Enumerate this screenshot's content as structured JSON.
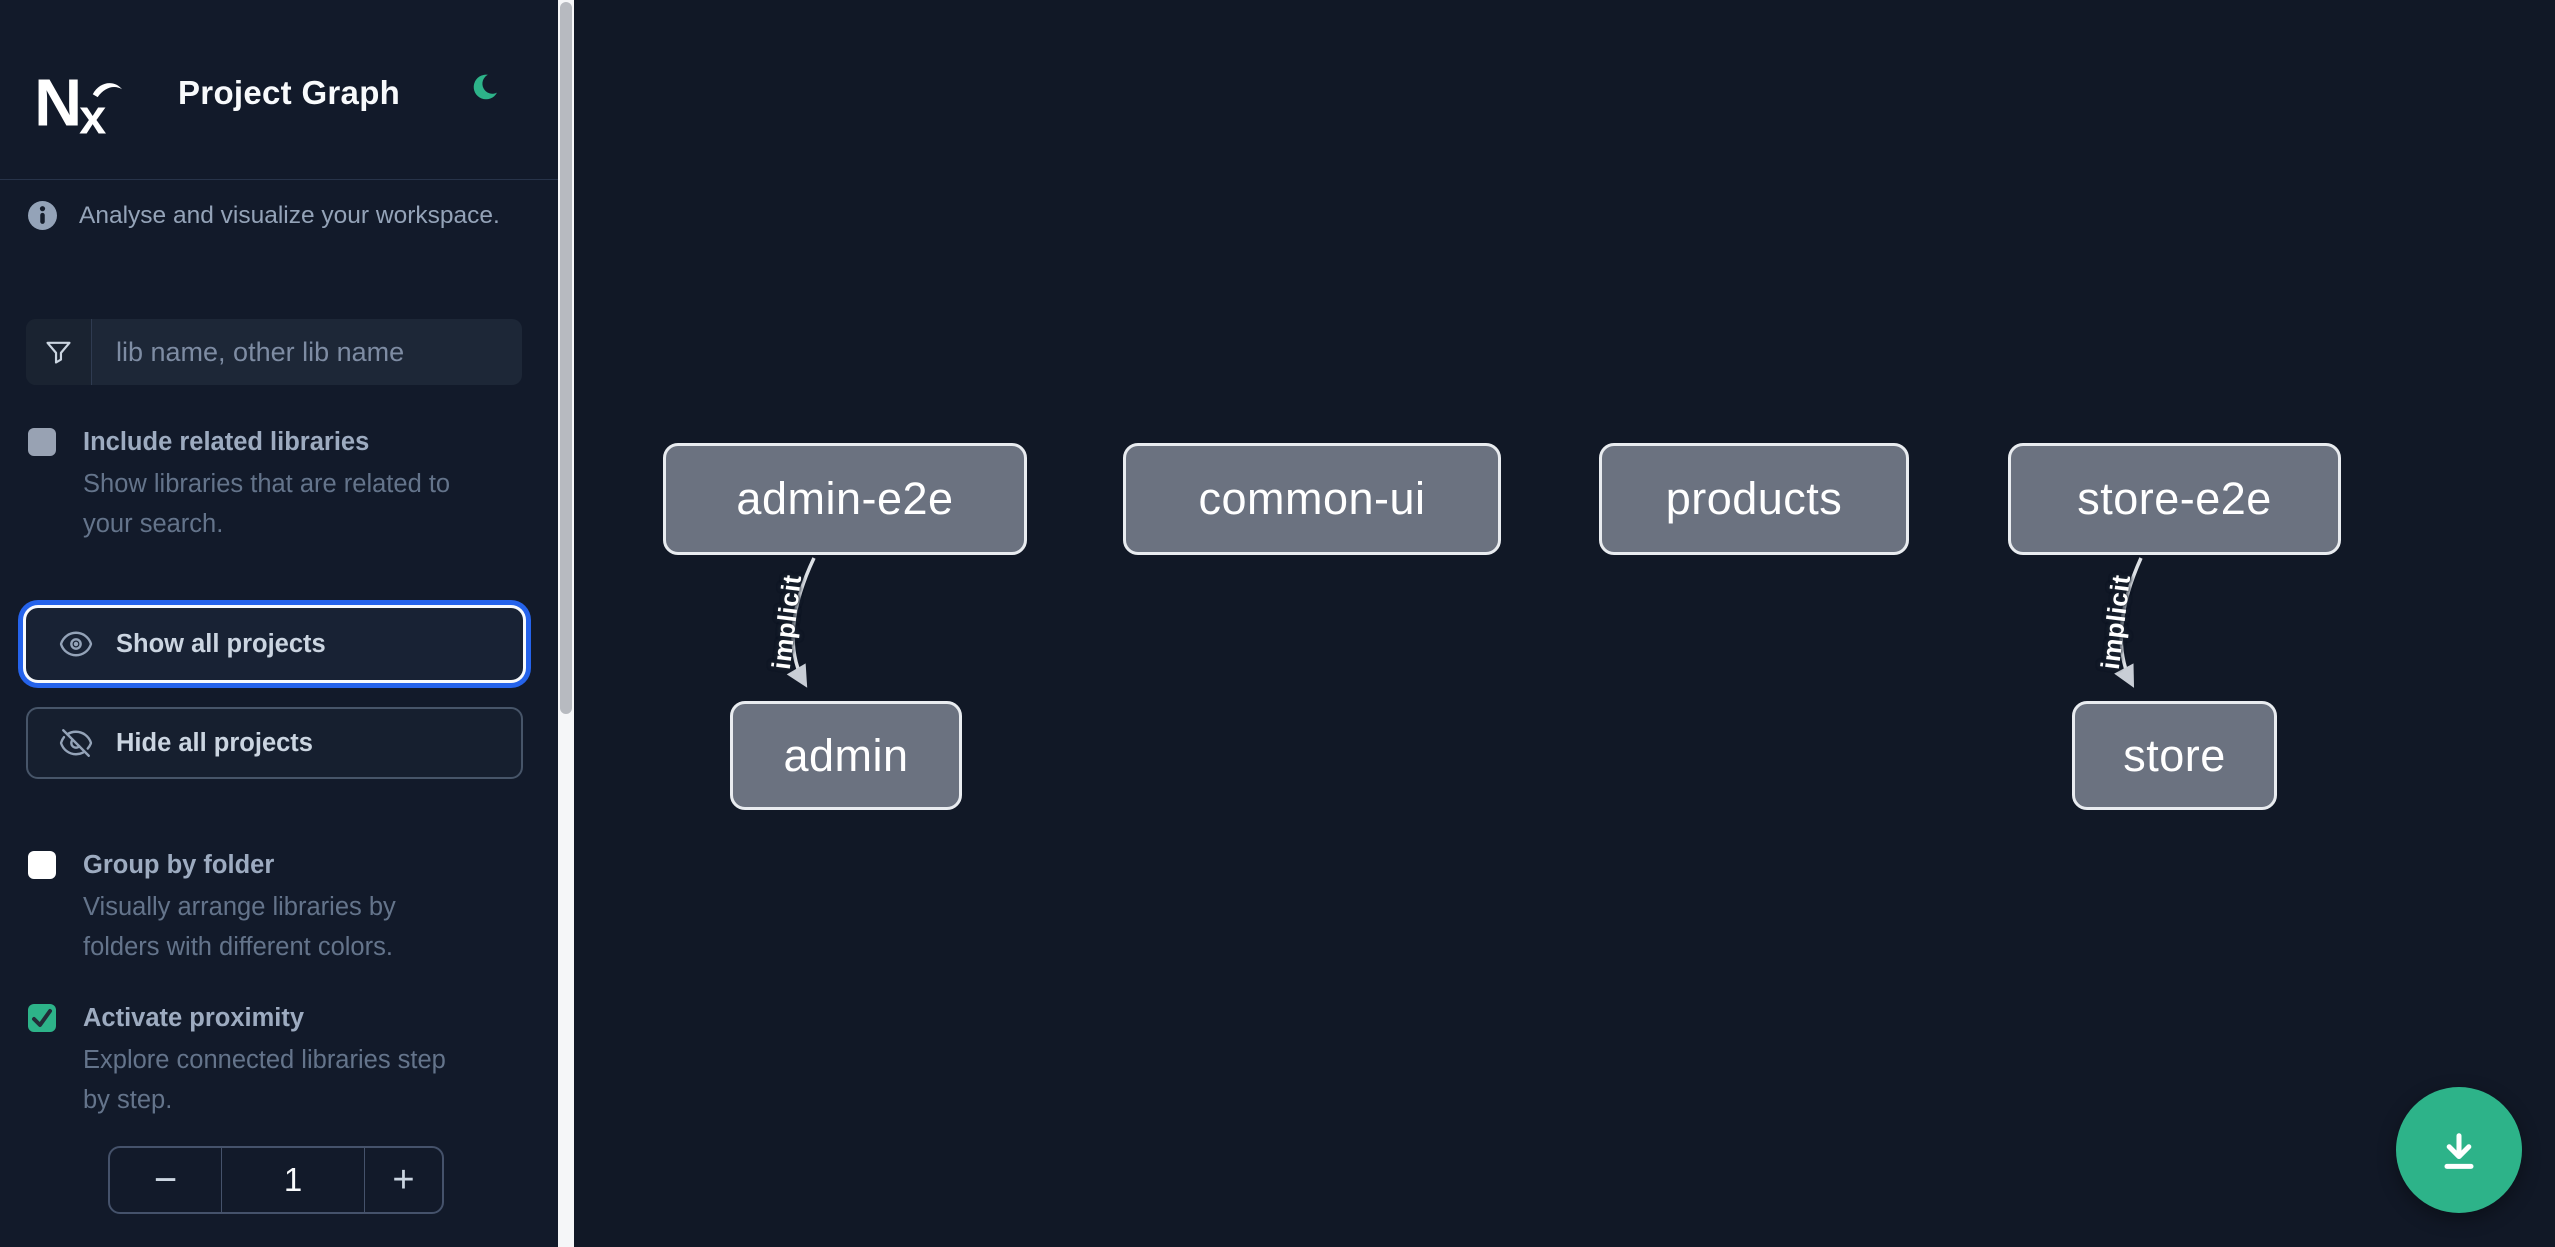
{
  "app": {
    "title": "Project Graph"
  },
  "sidebar": {
    "info_text": "Analyse and visualize your workspace.",
    "search": {
      "placeholder": "lib name, other lib name",
      "value": ""
    },
    "include_related": {
      "label": "Include related libraries",
      "desc_line1": "Show libraries that are related to",
      "desc_line2": "your search.",
      "checked": false
    },
    "show_all": {
      "label": "Show all projects",
      "focused": true
    },
    "hide_all": {
      "label": "Hide all projects"
    },
    "group_by_folder": {
      "label": "Group by folder",
      "desc_line1": "Visually arrange libraries by",
      "desc_line2": "folders with different colors.",
      "checked": false
    },
    "proximity": {
      "label": "Activate proximity",
      "desc_line1": "Explore connected libraries step",
      "desc_line2": "by step.",
      "checked": true
    },
    "stepper": {
      "decrement": "−",
      "value": "1",
      "increment": "+"
    }
  },
  "graph": {
    "nodes": [
      {
        "id": "admin-e2e",
        "label": "admin-e2e"
      },
      {
        "id": "common-ui",
        "label": "common-ui"
      },
      {
        "id": "products",
        "label": "products"
      },
      {
        "id": "store-e2e",
        "label": "store-e2e"
      },
      {
        "id": "admin",
        "label": "admin"
      },
      {
        "id": "store",
        "label": "store"
      }
    ],
    "edges": [
      {
        "source": "admin-e2e",
        "target": "admin",
        "label": "implicit"
      },
      {
        "source": "store-e2e",
        "target": "store",
        "label": "implicit"
      }
    ]
  },
  "fab": {
    "icon": "download"
  },
  "colors": {
    "accent_green": "#2db389",
    "focus_blue": "#2563eb",
    "node_fill": "#6b7280",
    "sidebar_bg": "#121a2a",
    "canvas_bg": "#111826"
  }
}
